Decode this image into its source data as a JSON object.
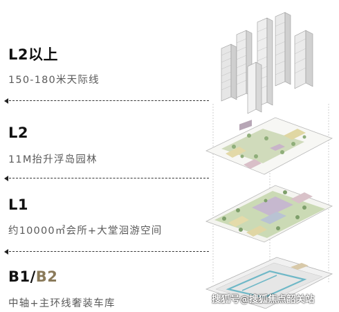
{
  "levels": [
    {
      "title_main": "L2",
      "title_accent": "以上",
      "subtitle": "150-180米天际线"
    },
    {
      "title_main": "L2",
      "title_accent": "",
      "subtitle": "11M抬升浮岛园林"
    },
    {
      "title_main": "L1",
      "title_accent": "",
      "subtitle": "约10000㎡会所+大堂洄游空间"
    },
    {
      "title_main": "B1/",
      "title_accent": "B2",
      "subtitle": "中轴+主环线奢装车库"
    }
  ],
  "watermark": "搜狐号@搜狐焦点韶关站",
  "colors": {
    "accent": "#8a7a5a",
    "text": "#111111",
    "subtitle": "#5a5a5a"
  }
}
